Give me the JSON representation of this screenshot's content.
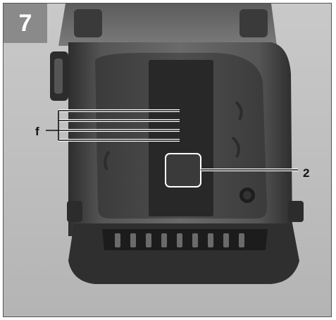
{
  "figure": {
    "number": "7",
    "callouts": {
      "f": "f",
      "two": "2"
    }
  },
  "colors": {
    "background": "#bdbdbd",
    "badge": "#8a8a8a",
    "body_dark": "#3a3a3a",
    "body_mid": "#5a5a5a",
    "label_plate": "#2a2a2a",
    "highlight": "#ffffff"
  }
}
